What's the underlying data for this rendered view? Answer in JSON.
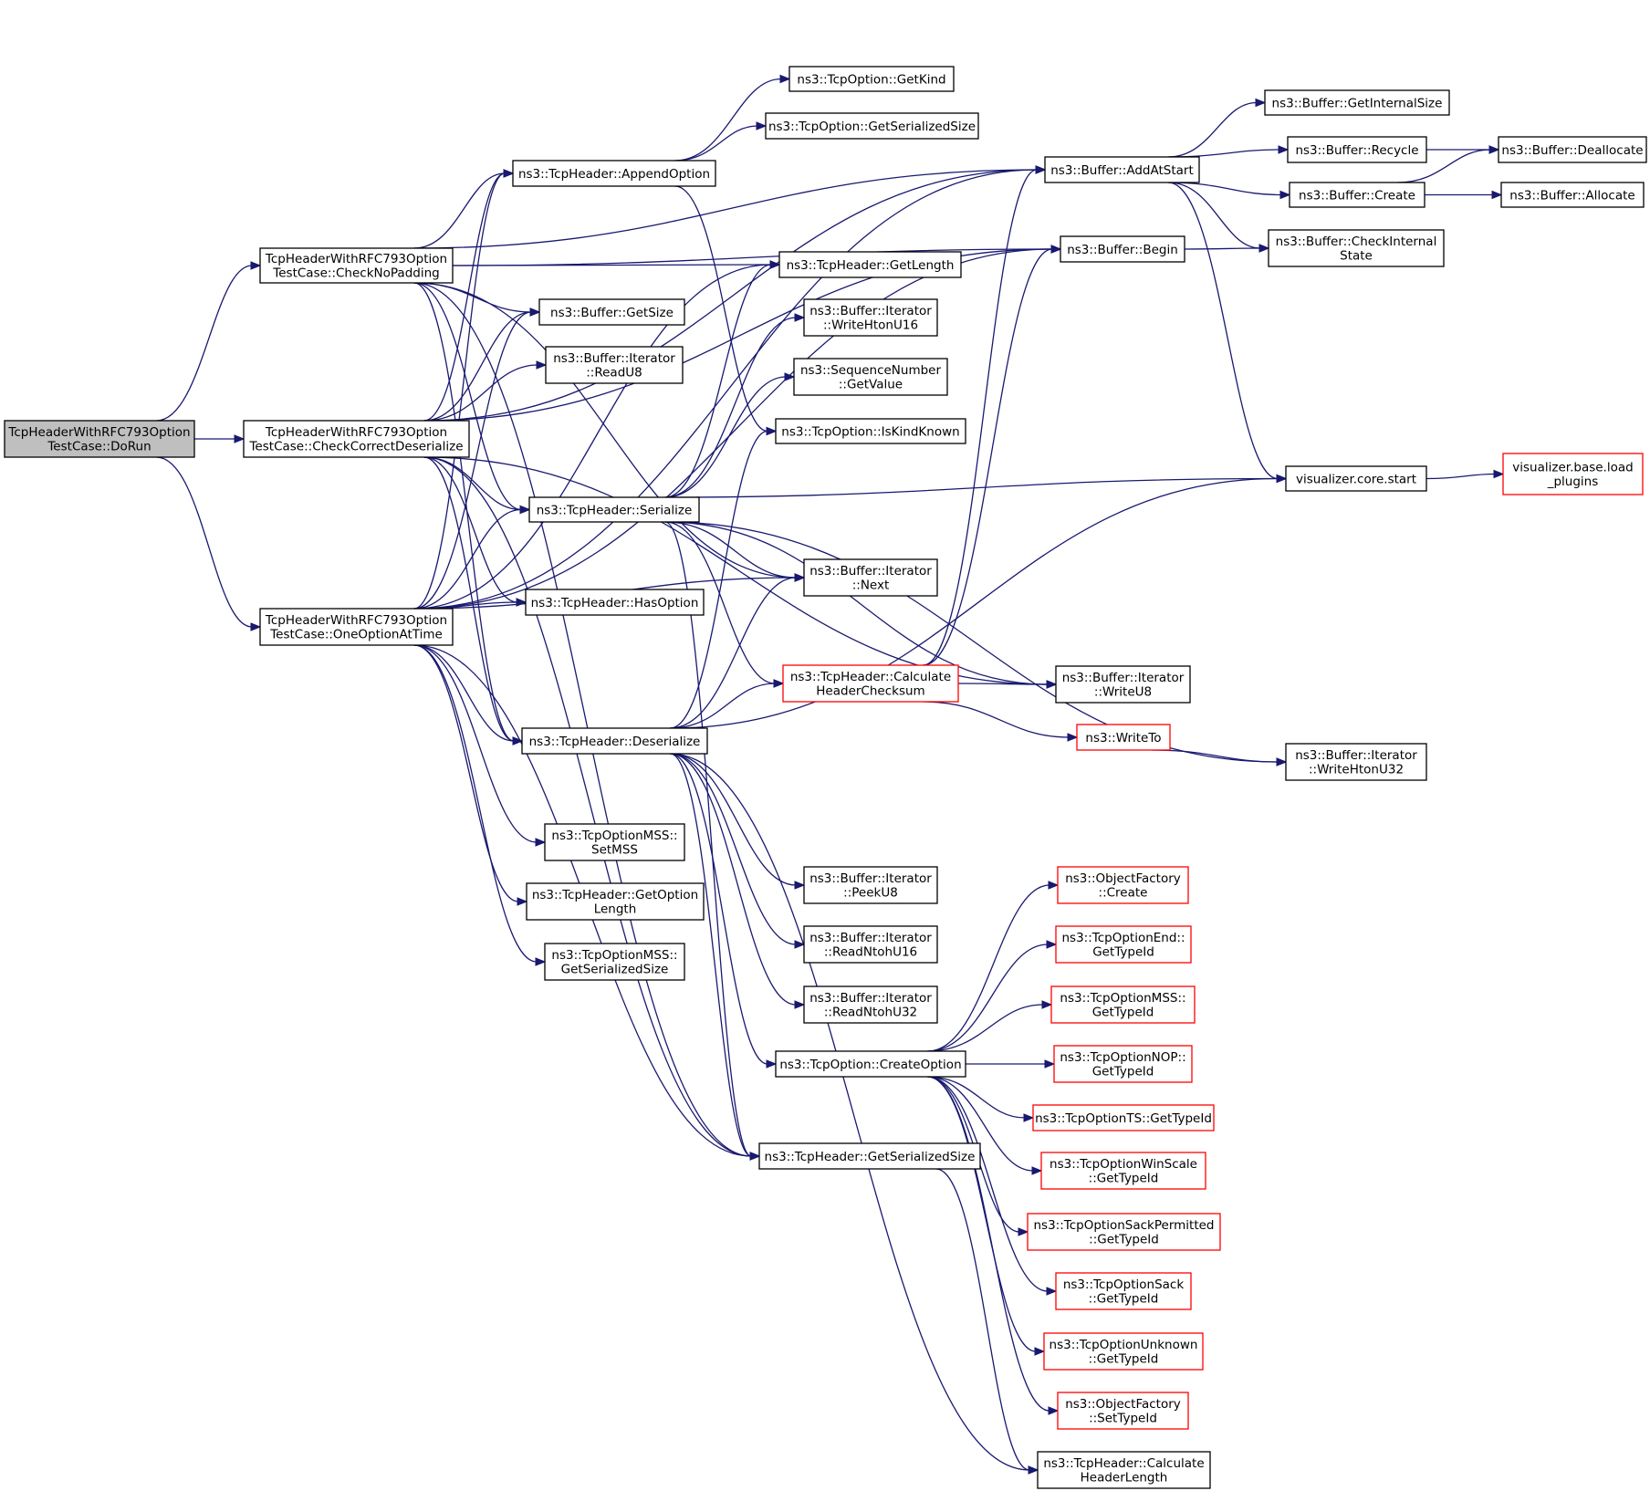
{
  "nodes": [
    {
      "id": "doRun",
      "lines": [
        "TcpHeaderWithRFC793Option",
        "TestCase::DoRun"
      ],
      "style": "root"
    },
    {
      "id": "checkNoPadding",
      "lines": [
        "TcpHeaderWithRFC793Option",
        "TestCase::CheckNoPadding"
      ],
      "style": "normal"
    },
    {
      "id": "checkCorrectDeserialize",
      "lines": [
        "TcpHeaderWithRFC793Option",
        "TestCase::CheckCorrectDeserialize"
      ],
      "style": "normal"
    },
    {
      "id": "oneOptionAtTime",
      "lines": [
        "TcpHeaderWithRFC793Option",
        "TestCase::OneOptionAtTime"
      ],
      "style": "normal"
    },
    {
      "id": "appendOption",
      "lines": [
        "ns3::TcpHeader::AppendOption"
      ],
      "style": "normal"
    },
    {
      "id": "bufGetSize",
      "lines": [
        "ns3::Buffer::GetSize"
      ],
      "style": "normal"
    },
    {
      "id": "itReadU8",
      "lines": [
        "ns3::Buffer::Iterator",
        "::ReadU8"
      ],
      "style": "normal"
    },
    {
      "id": "serialize",
      "lines": [
        "ns3::TcpHeader::Serialize"
      ],
      "style": "normal"
    },
    {
      "id": "hasOption",
      "lines": [
        "ns3::TcpHeader::HasOption"
      ],
      "style": "normal"
    },
    {
      "id": "deserialize",
      "lines": [
        "ns3::TcpHeader::Deserialize"
      ],
      "style": "normal"
    },
    {
      "id": "mssSetMSS",
      "lines": [
        "ns3::TcpOptionMSS::",
        "SetMSS"
      ],
      "style": "normal"
    },
    {
      "id": "getOptionLength",
      "lines": [
        "ns3::TcpHeader::GetOption",
        "Length"
      ],
      "style": "normal"
    },
    {
      "id": "mssGetSerSize",
      "lines": [
        "ns3::TcpOptionMSS::",
        "GetSerializedSize"
      ],
      "style": "normal"
    },
    {
      "id": "optGetKind",
      "lines": [
        "ns3::TcpOption::GetKind"
      ],
      "style": "normal"
    },
    {
      "id": "optGetSerSize",
      "lines": [
        "ns3::TcpOption::GetSerializedSize"
      ],
      "style": "normal"
    },
    {
      "id": "hdrGetLength",
      "lines": [
        "ns3::TcpHeader::GetLength"
      ],
      "style": "normal"
    },
    {
      "id": "itWriteHtonU16",
      "lines": [
        "ns3::Buffer::Iterator",
        "::WriteHtonU16"
      ],
      "style": "normal"
    },
    {
      "id": "seqGetValue",
      "lines": [
        "ns3::SequenceNumber",
        "::GetValue"
      ],
      "style": "normal"
    },
    {
      "id": "optIsKindKnown",
      "lines": [
        "ns3::TcpOption::IsKindKnown"
      ],
      "style": "normal"
    },
    {
      "id": "itNext",
      "lines": [
        "ns3::Buffer::Iterator",
        "::Next"
      ],
      "style": "normal"
    },
    {
      "id": "calcChecksum",
      "lines": [
        "ns3::TcpHeader::Calculate",
        "HeaderChecksum"
      ],
      "style": "red"
    },
    {
      "id": "itPeekU8",
      "lines": [
        "ns3::Buffer::Iterator",
        "::PeekU8"
      ],
      "style": "normal"
    },
    {
      "id": "itReadNtohU16",
      "lines": [
        "ns3::Buffer::Iterator",
        "::ReadNtohU16"
      ],
      "style": "normal"
    },
    {
      "id": "itReadNtohU32",
      "lines": [
        "ns3::Buffer::Iterator",
        "::ReadNtohU32"
      ],
      "style": "normal"
    },
    {
      "id": "createOption",
      "lines": [
        "ns3::TcpOption::CreateOption"
      ],
      "style": "normal"
    },
    {
      "id": "hdrGetSerSize",
      "lines": [
        "ns3::TcpHeader::GetSerializedSize"
      ],
      "style": "normal"
    },
    {
      "id": "addAtStart",
      "lines": [
        "ns3::Buffer::AddAtStart"
      ],
      "style": "normal"
    },
    {
      "id": "bufBegin",
      "lines": [
        "ns3::Buffer::Begin"
      ],
      "style": "normal"
    },
    {
      "id": "itWriteU8",
      "lines": [
        "ns3::Buffer::Iterator",
        "::WriteU8"
      ],
      "style": "normal"
    },
    {
      "id": "writeTo",
      "lines": [
        "ns3::WriteTo"
      ],
      "style": "red"
    },
    {
      "id": "ofCreate",
      "lines": [
        "ns3::ObjectFactory",
        "::Create"
      ],
      "style": "red"
    },
    {
      "id": "endGetTypeId",
      "lines": [
        "ns3::TcpOptionEnd::",
        "GetTypeId"
      ],
      "style": "red"
    },
    {
      "id": "mssGetTypeId",
      "lines": [
        "ns3::TcpOptionMSS::",
        "GetTypeId"
      ],
      "style": "red"
    },
    {
      "id": "nopGetTypeId",
      "lines": [
        "ns3::TcpOptionNOP::",
        "GetTypeId"
      ],
      "style": "red"
    },
    {
      "id": "tsGetTypeId",
      "lines": [
        "ns3::TcpOptionTS::GetTypeId"
      ],
      "style": "red"
    },
    {
      "id": "winScaleGetTypeId",
      "lines": [
        "ns3::TcpOptionWinScale",
        "::GetTypeId"
      ],
      "style": "red"
    },
    {
      "id": "sackPermGetTypeId",
      "lines": [
        "ns3::TcpOptionSackPermitted",
        "::GetTypeId"
      ],
      "style": "red"
    },
    {
      "id": "sackGetTypeId",
      "lines": [
        "ns3::TcpOptionSack",
        "::GetTypeId"
      ],
      "style": "red"
    },
    {
      "id": "unknownGetTypeId",
      "lines": [
        "ns3::TcpOptionUnknown",
        "::GetTypeId"
      ],
      "style": "red"
    },
    {
      "id": "ofSetTypeId",
      "lines": [
        "ns3::ObjectFactory",
        "::SetTypeId"
      ],
      "style": "red"
    },
    {
      "id": "calcHeaderLength",
      "lines": [
        "ns3::TcpHeader::Calculate",
        "HeaderLength"
      ],
      "style": "normal"
    },
    {
      "id": "getInternalSize",
      "lines": [
        "ns3::Buffer::GetInternalSize"
      ],
      "style": "normal"
    },
    {
      "id": "recycle",
      "lines": [
        "ns3::Buffer::Recycle"
      ],
      "style": "normal"
    },
    {
      "id": "bufCreate",
      "lines": [
        "ns3::Buffer::Create"
      ],
      "style": "normal"
    },
    {
      "id": "checkInternalState",
      "lines": [
        "ns3::Buffer::CheckInternal",
        "State"
      ],
      "style": "normal"
    },
    {
      "id": "vizStart",
      "lines": [
        "visualizer.core.start"
      ],
      "style": "normal"
    },
    {
      "id": "itWriteHtonU32",
      "lines": [
        "ns3::Buffer::Iterator",
        "::WriteHtonU32"
      ],
      "style": "normal"
    },
    {
      "id": "deallocate",
      "lines": [
        "ns3::Buffer::Deallocate"
      ],
      "style": "normal"
    },
    {
      "id": "allocate",
      "lines": [
        "ns3::Buffer::Allocate"
      ],
      "style": "normal"
    },
    {
      "id": "vizLoadPlugins",
      "lines": [
        "visualizer.base.load",
        "_plugins"
      ],
      "style": "red"
    }
  ],
  "edges": [
    [
      "doRun",
      "checkNoPadding"
    ],
    [
      "doRun",
      "checkCorrectDeserialize"
    ],
    [
      "doRun",
      "oneOptionAtTime"
    ],
    [
      "checkNoPadding",
      "addAtStart"
    ],
    [
      "checkNoPadding",
      "bufBegin"
    ],
    [
      "checkNoPadding",
      "hdrGetLength"
    ],
    [
      "checkNoPadding",
      "appendOption"
    ],
    [
      "checkNoPadding",
      "bufGetSize"
    ],
    [
      "checkNoPadding",
      "serialize"
    ],
    [
      "checkNoPadding",
      "itNext"
    ],
    [
      "checkNoPadding",
      "deserialize"
    ],
    [
      "checkNoPadding",
      "hdrGetSerSize"
    ],
    [
      "checkCorrectDeserialize",
      "addAtStart"
    ],
    [
      "checkCorrectDeserialize",
      "appendOption"
    ],
    [
      "checkCorrectDeserialize",
      "bufGetSize"
    ],
    [
      "checkCorrectDeserialize",
      "itReadU8"
    ],
    [
      "checkCorrectDeserialize",
      "serialize"
    ],
    [
      "checkCorrectDeserialize",
      "hasOption"
    ],
    [
      "checkCorrectDeserialize",
      "deserialize"
    ],
    [
      "checkCorrectDeserialize",
      "bufBegin"
    ],
    [
      "checkCorrectDeserialize",
      "itWriteU8"
    ],
    [
      "checkCorrectDeserialize",
      "hdrGetSerSize"
    ],
    [
      "oneOptionAtTime",
      "appendOption"
    ],
    [
      "oneOptionAtTime",
      "bufGetSize"
    ],
    [
      "oneOptionAtTime",
      "serialize"
    ],
    [
      "oneOptionAtTime",
      "hasOption"
    ],
    [
      "oneOptionAtTime",
      "deserialize"
    ],
    [
      "oneOptionAtTime",
      "mssSetMSS"
    ],
    [
      "oneOptionAtTime",
      "getOptionLength"
    ],
    [
      "oneOptionAtTime",
      "mssGetSerSize"
    ],
    [
      "oneOptionAtTime",
      "hdrGetSerSize"
    ],
    [
      "oneOptionAtTime",
      "itNext"
    ],
    [
      "oneOptionAtTime",
      "bufBegin"
    ],
    [
      "oneOptionAtTime",
      "hdrGetLength"
    ],
    [
      "oneOptionAtTime",
      "addAtStart"
    ],
    [
      "appendOption",
      "optGetKind"
    ],
    [
      "appendOption",
      "optGetSerSize"
    ],
    [
      "appendOption",
      "optIsKindKnown"
    ],
    [
      "serialize",
      "hdrGetLength"
    ],
    [
      "serialize",
      "itWriteHtonU16"
    ],
    [
      "serialize",
      "seqGetValue"
    ],
    [
      "serialize",
      "itNext"
    ],
    [
      "serialize",
      "calcChecksum"
    ],
    [
      "serialize",
      "itWriteU8"
    ],
    [
      "serialize",
      "vizStart"
    ],
    [
      "serialize",
      "itWriteHtonU32"
    ],
    [
      "serialize",
      "hdrGetSerSize"
    ],
    [
      "deserialize",
      "optIsKindKnown"
    ],
    [
      "deserialize",
      "itNext"
    ],
    [
      "deserialize",
      "calcChecksum"
    ],
    [
      "deserialize",
      "vizStart"
    ],
    [
      "deserialize",
      "itPeekU8"
    ],
    [
      "deserialize",
      "itReadNtohU16"
    ],
    [
      "deserialize",
      "itReadNtohU32"
    ],
    [
      "deserialize",
      "createOption"
    ],
    [
      "deserialize",
      "hdrGetSerSize"
    ],
    [
      "deserialize",
      "calcHeaderLength"
    ],
    [
      "calcChecksum",
      "addAtStart"
    ],
    [
      "calcChecksum",
      "bufBegin"
    ],
    [
      "calcChecksum",
      "itWriteU8"
    ],
    [
      "calcChecksum",
      "writeTo"
    ],
    [
      "writeTo",
      "itWriteHtonU32"
    ],
    [
      "createOption",
      "ofCreate"
    ],
    [
      "createOption",
      "endGetTypeId"
    ],
    [
      "createOption",
      "mssGetTypeId"
    ],
    [
      "createOption",
      "nopGetTypeId"
    ],
    [
      "createOption",
      "tsGetTypeId"
    ],
    [
      "createOption",
      "winScaleGetTypeId"
    ],
    [
      "createOption",
      "sackPermGetTypeId"
    ],
    [
      "createOption",
      "sackGetTypeId"
    ],
    [
      "createOption",
      "unknownGetTypeId"
    ],
    [
      "createOption",
      "ofSetTypeId"
    ],
    [
      "hdrGetSerSize",
      "calcHeaderLength"
    ],
    [
      "addAtStart",
      "getInternalSize"
    ],
    [
      "addAtStart",
      "recycle"
    ],
    [
      "addAtStart",
      "bufCreate"
    ],
    [
      "addAtStart",
      "checkInternalState"
    ],
    [
      "addAtStart",
      "vizStart"
    ],
    [
      "bufBegin",
      "checkInternalState"
    ],
    [
      "recycle",
      "deallocate"
    ],
    [
      "bufCreate",
      "deallocate"
    ],
    [
      "bufCreate",
      "allocate"
    ],
    [
      "vizStart",
      "vizLoadPlugins"
    ]
  ]
}
